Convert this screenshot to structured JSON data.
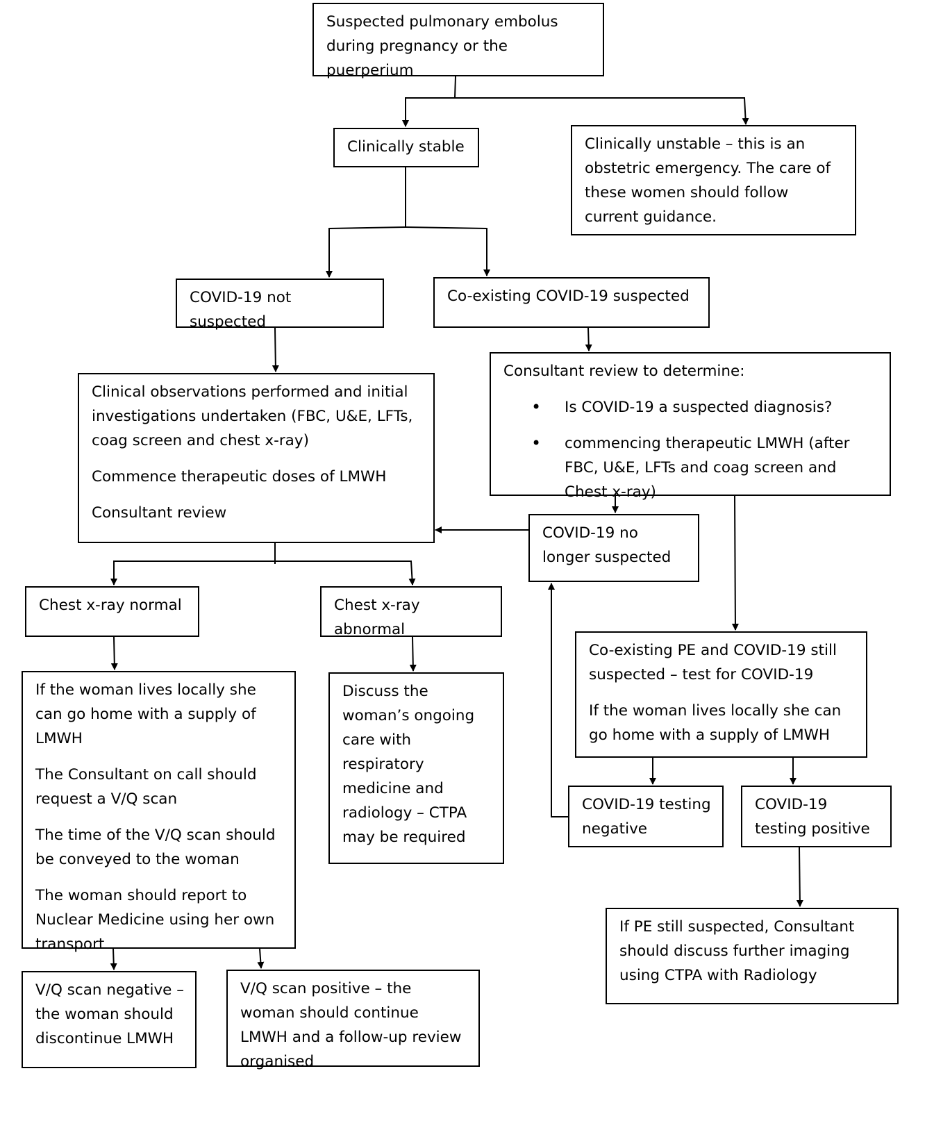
{
  "nodes": {
    "start": {
      "lines": [
        "Suspected pulmonary embolus during pregnancy or the puerperium"
      ]
    },
    "stable": {
      "lines": [
        "Clinically stable"
      ]
    },
    "unstable": {
      "lines": [
        "Clinically unstable – this is an obstetric emergency. The care of these women should follow current guidance."
      ]
    },
    "covid_not_suspected": {
      "lines": [
        "COVID-19 not suspected"
      ]
    },
    "covid_suspected": {
      "lines": [
        "Co-existing COVID-19 suspected"
      ]
    },
    "clinical_obs": {
      "lines": [
        "Clinical observations performed and initial investigations undertaken (FBC, U&E, LFTs, coag screen and chest x-ray)",
        "Commence therapeutic doses of LMWH",
        "Consultant review"
      ]
    },
    "consultant_review": {
      "lines": [
        "Consultant review to determine:"
      ],
      "bullets": [
        "Is COVID-19 a suspected diagnosis?",
        "commencing therapeutic LMWH (after FBC, U&E, LFTs and coag screen and Chest x-ray)"
      ]
    },
    "no_longer_suspected": {
      "lines": [
        "COVID-19 no longer suspected"
      ]
    },
    "xray_normal": {
      "lines": [
        "Chest x-ray normal"
      ]
    },
    "xray_abnormal": {
      "lines": [
        "Chest x-ray abnormal"
      ]
    },
    "pe_covid_still": {
      "lines": [
        "Co-existing PE and COVID-19 still suspected – test for COVID-19",
        "If the woman lives locally she can go home with a supply of LMWH"
      ]
    },
    "local_home": {
      "lines": [
        "If the woman lives locally she can go home with a supply of LMWH",
        "The Consultant on call should request a V/Q scan",
        "The time of the V/Q scan should be conveyed to the woman",
        "The woman should report to Nuclear Medicine using her own transport"
      ]
    },
    "discuss_care": {
      "lines": [
        "Discuss the woman’s ongoing care with respiratory medicine and radiology – CTPA may be required"
      ]
    },
    "testing_negative": {
      "lines": [
        "COVID-19 testing negative"
      ]
    },
    "testing_positive": {
      "lines": [
        "COVID-19 testing positive"
      ]
    },
    "pe_still_suspected": {
      "lines": [
        "If PE still suspected, Consultant should discuss further imaging using CTPA with Radiology"
      ]
    },
    "vq_negative": {
      "lines": [
        "V/Q scan negative – the woman should discontinue LMWH"
      ]
    },
    "vq_positive": {
      "lines": [
        "V/Q scan positive – the woman should continue LMWH and a follow-up review organised"
      ]
    }
  },
  "colors": {
    "stroke": "#000000",
    "background": "#ffffff"
  }
}
